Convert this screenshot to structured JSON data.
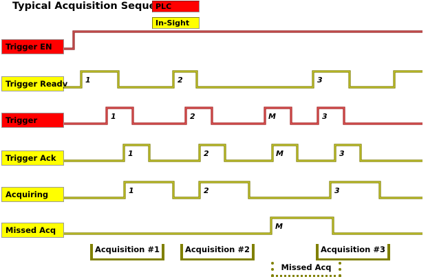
{
  "diagram": {
    "title": "Typical Acquisition Sequence",
    "colors": {
      "plc": "#ff0000",
      "plc_trace": "#c0392b",
      "plc_trace_dark": "#8a1a1a",
      "insight": "#ffff00",
      "insight_trace": "#808000",
      "background": "#ffffff",
      "text": "#000000"
    }
  },
  "legend": {
    "items": [
      {
        "label": "PLC",
        "owner": "plc"
      },
      {
        "label": "In-Sight",
        "owner": "insight"
      }
    ]
  },
  "signals": [
    {
      "name": "trigger-en",
      "label": "Trigger EN",
      "owner": "plc",
      "pulse_labels": []
    },
    {
      "name": "trigger-ready",
      "label": "Trigger Ready",
      "owner": "insight",
      "pulse_labels": [
        "1",
        "2",
        "3"
      ]
    },
    {
      "name": "trigger",
      "label": "Trigger",
      "owner": "plc",
      "pulse_labels": [
        "1",
        "2",
        "M",
        "3"
      ]
    },
    {
      "name": "trigger-ack",
      "label": "Trigger Ack",
      "owner": "insight",
      "pulse_labels": [
        "1",
        "2",
        "M",
        "3"
      ]
    },
    {
      "name": "acquiring",
      "label": "Acquiring",
      "owner": "insight",
      "pulse_labels": [
        "1",
        "2",
        "3"
      ]
    },
    {
      "name": "missed-acq",
      "label": "Missed Acq",
      "owner": "insight",
      "pulse_labels": [
        "M"
      ]
    }
  ],
  "annotations": {
    "acquisitions": [
      {
        "label": "Acquisition #1"
      },
      {
        "label": "Acquisition #2"
      },
      {
        "label": "Acquisition #3"
      }
    ],
    "missed": {
      "label": "Missed Acq"
    }
  }
}
